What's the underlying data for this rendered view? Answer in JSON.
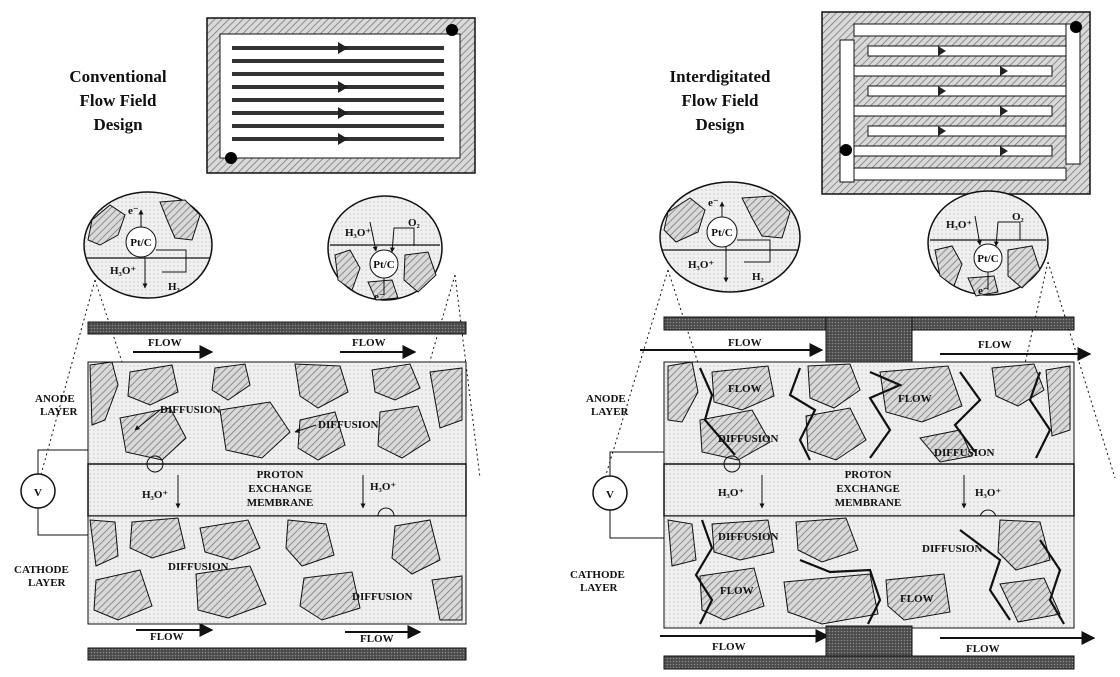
{
  "left": {
    "title_lines": [
      "Conventional",
      "Flow Field",
      "Design"
    ],
    "anode_label": [
      "ANODE",
      "LAYER"
    ],
    "cathode_label": [
      "CATHODE",
      "LAYER"
    ],
    "flow": "FLOW",
    "diffusion": "DIFFUSION",
    "membrane_lines": [
      "PROTON",
      "EXCHANGE",
      "MEMBRANE"
    ],
    "h3o": "H₃O⁺",
    "voltmeter": "V",
    "inset_anode": {
      "catalyst": "Pt/C",
      "electron": "e⁻",
      "proton": "H₃O⁺",
      "gas": "H₂"
    },
    "inset_cathode": {
      "catalyst": "Pt/C",
      "electron": "e⁻",
      "proton": "H₃O⁺",
      "gas": "O₂"
    }
  },
  "right": {
    "title_lines": [
      "Interdigitated",
      "Flow Field",
      "Design"
    ],
    "anode_label": [
      "ANODE",
      "LAYER"
    ],
    "cathode_label": [
      "CATHODE",
      "LAYER"
    ],
    "flow": "FLOW",
    "diffusion": "DIFFUSION",
    "membrane_lines": [
      "PROTON",
      "EXCHANGE",
      "MEMBRANE"
    ],
    "h3o": "H₃O⁺",
    "voltmeter": "V",
    "inset_anode": {
      "catalyst": "Pt/C",
      "electron": "e⁻",
      "proton": "H₃O⁺",
      "gas": "H₂"
    },
    "inset_cathode": {
      "catalyst": "Pt/C",
      "electron": "e⁻",
      "proton": "H₃O⁺",
      "gas": "O₂"
    }
  }
}
